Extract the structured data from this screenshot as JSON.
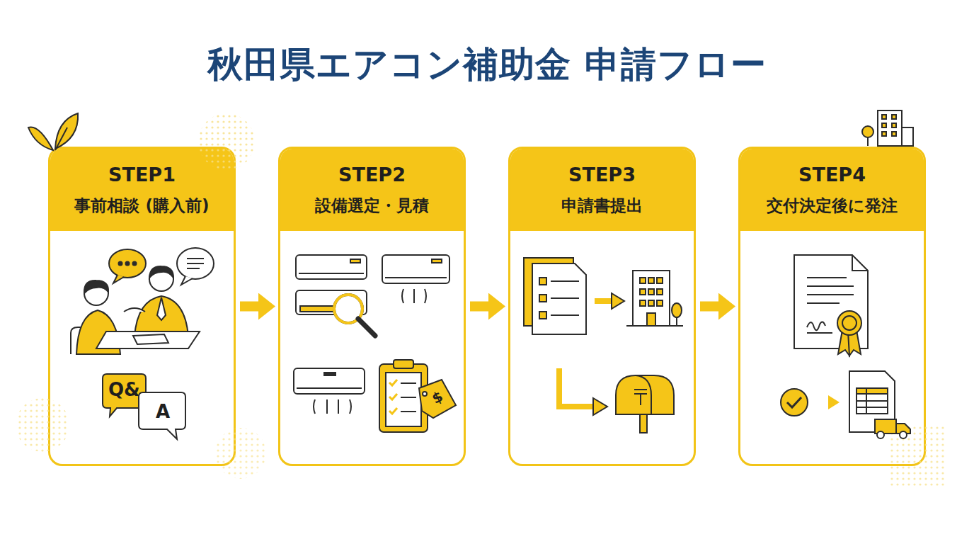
{
  "diagram": {
    "title": "秋田県エアコン補助金 申請フロー",
    "nodes": [
      {
        "text": [
          "STEP1",
          "事前相談 (購入前)"
        ]
      },
      {
        "text": [
          "STEP2",
          "設備選定・見積"
        ]
      },
      {
        "text": [
          "STEP3",
          "申請書提出"
        ]
      },
      {
        "text": [
          "STEP4",
          "交付決定後に発注"
        ]
      }
    ],
    "edges": [
      {
        "from": 0,
        "to": 1,
        "arrow": "to"
      },
      {
        "from": 1,
        "to": 2,
        "arrow": "to"
      },
      {
        "from": 2,
        "to": 3,
        "arrow": "to"
      }
    ],
    "labels": [
      "Q&",
      "A",
      "$"
    ]
  }
}
